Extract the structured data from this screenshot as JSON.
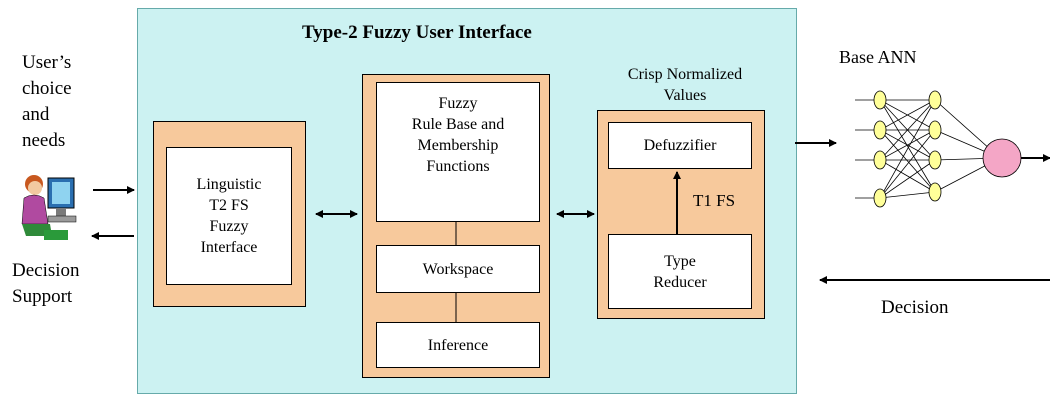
{
  "title": "Type-2 Fuzzy User Interface",
  "left": {
    "user_label": "User’s\nchoice\nand\nneeds",
    "decision_support": "Decision\nSupport"
  },
  "blocks": {
    "linguistic": "Linguistic\nT2 FS\nFuzzy\nInterface",
    "rule_base": "Fuzzy\nRule Base and\nMembership\nFunctions",
    "workspace": "Workspace",
    "inference": "Inference",
    "crisp_label": "Crisp Normalized\nValues",
    "defuzzifier": "Defuzzifier",
    "t1fs": "T1 FS",
    "type_reducer": "Type\nReducer"
  },
  "right": {
    "base_ann": "Base ANN",
    "decision": "Decision"
  },
  "colors": {
    "panel": "#ccf2f2",
    "block": "#f7c99c",
    "neuron": "#ffff99",
    "output_neuron": "#f4a6c6"
  }
}
